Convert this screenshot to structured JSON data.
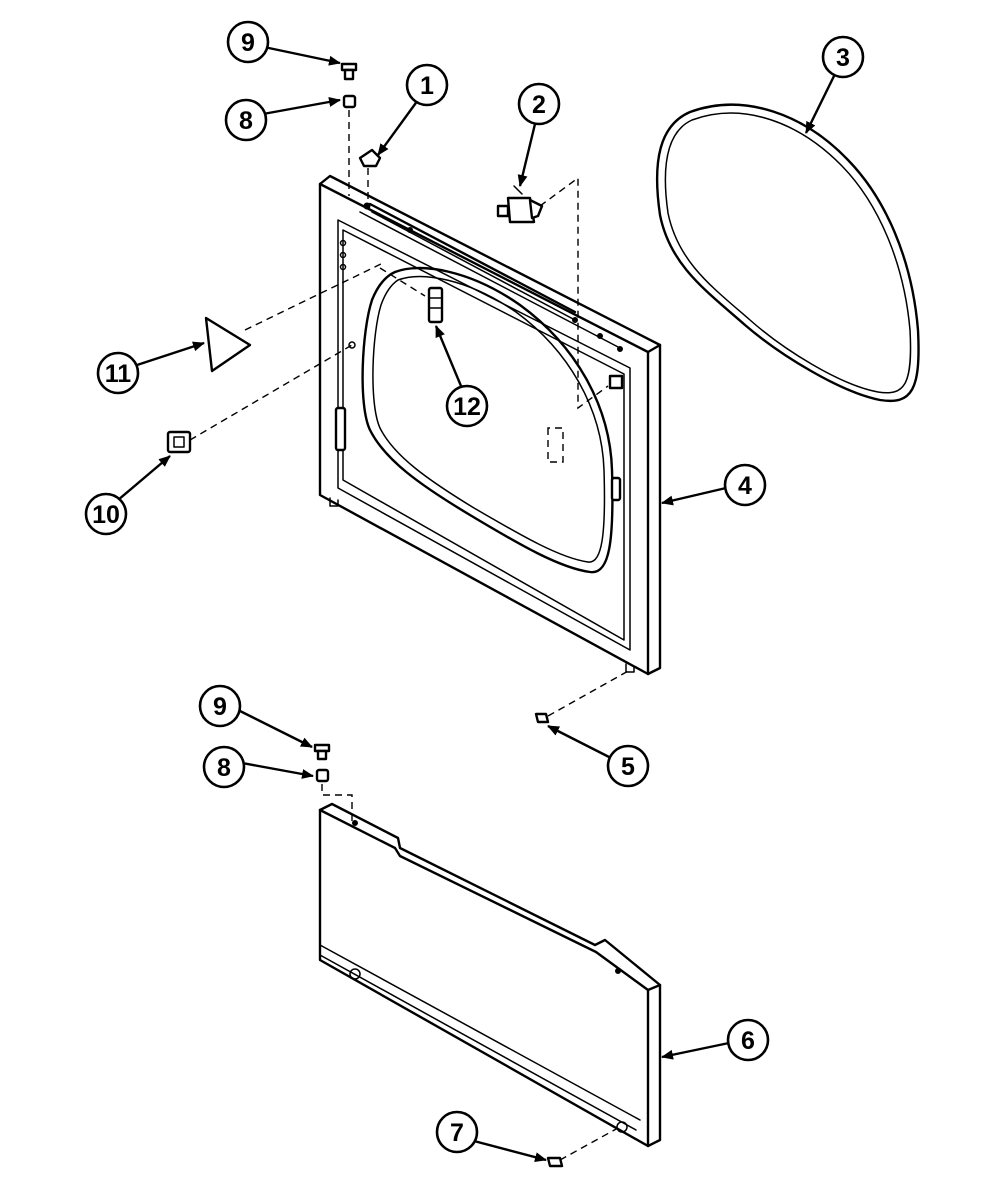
{
  "callouts": [
    {
      "id": "c9a",
      "label": "9"
    },
    {
      "id": "c8a",
      "label": "8"
    },
    {
      "id": "c1",
      "label": "1"
    },
    {
      "id": "c2",
      "label": "2"
    },
    {
      "id": "c3",
      "label": "3"
    },
    {
      "id": "c11",
      "label": "11"
    },
    {
      "id": "c12",
      "label": "12"
    },
    {
      "id": "c10",
      "label": "10"
    },
    {
      "id": "c4",
      "label": "4"
    },
    {
      "id": "c9b",
      "label": "9"
    },
    {
      "id": "c8b",
      "label": "8"
    },
    {
      "id": "c5",
      "label": "5"
    },
    {
      "id": "c6",
      "label": "6"
    },
    {
      "id": "c7",
      "label": "7"
    }
  ]
}
